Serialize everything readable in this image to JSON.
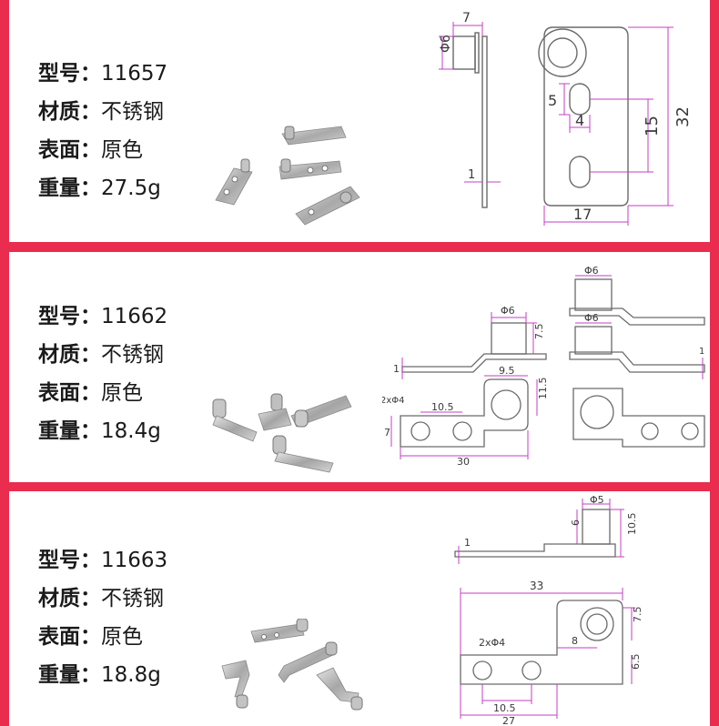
{
  "products": [
    {
      "specs": [
        {
          "label": "型号：",
          "value": "11657"
        },
        {
          "label": "材质：",
          "value": "不锈钢"
        },
        {
          "label": "表面：",
          "value": "原色"
        },
        {
          "label": "重量：",
          "value": "27.5g"
        }
      ],
      "dims": {
        "side_w": "7",
        "side_d": "Φ6",
        "side_t": "1",
        "slot_h": "5",
        "slot_w": "4",
        "pitch": "15",
        "height": "32",
        "width": "17"
      }
    },
    {
      "specs": [
        {
          "label": "型号：",
          "value": "11662"
        },
        {
          "label": "材质：",
          "value": "不锈钢"
        },
        {
          "label": "表面：",
          "value": "原色"
        },
        {
          "label": "重量：",
          "value": "18.4g"
        }
      ],
      "dims": {
        "d1": "Φ6",
        "h1": "7.5",
        "t1": "1",
        "off": "9.5",
        "h2": "11.5",
        "holes": "2xΦ4",
        "pitch": "10.5",
        "width": "7",
        "len": "30",
        "d2": "Φ6",
        "d3": "Φ6",
        "t2": "1"
      }
    },
    {
      "specs": [
        {
          "label": "型号：",
          "value": "11663"
        },
        {
          "label": "材质：",
          "value": "不锈钢"
        },
        {
          "label": "表面：",
          "value": "原色"
        },
        {
          "label": "重量：",
          "value": "18.8g"
        }
      ],
      "dims": {
        "d": "Φ5",
        "h1": "6",
        "h2": "10.5",
        "t": "1",
        "len_top": "33",
        "r": "7.5",
        "holes": "2xΦ4",
        "off": "8",
        "w": "6.5",
        "pitch": "10.5",
        "len": "27"
      }
    }
  ],
  "colors": {
    "dim": "#c43fc4",
    "line": "#6a6a6a",
    "accent": "#ea2c4e"
  }
}
